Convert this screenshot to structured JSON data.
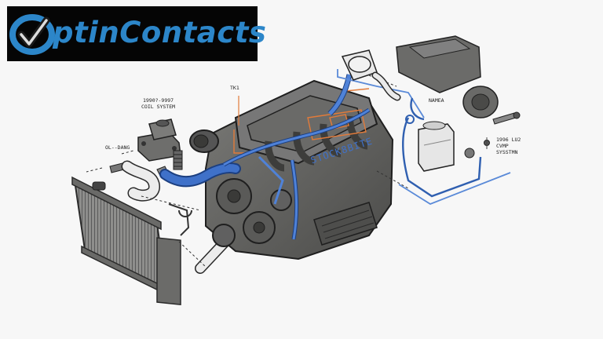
{
  "logo": {
    "text": "ptinContacts",
    "mark_icon": "checkmark-o-icon",
    "colors": {
      "background": "#050505",
      "text": "#2c86c9",
      "mark": "#2c86c9",
      "check": "#1a1a1a"
    }
  },
  "labels": {
    "coil_system": [
      "1990?-9997",
      "COIL SYSTEM"
    ],
    "oil_drang": "OL--DANG",
    "tk": "TK1",
    "namea": "NAMEA",
    "engine_marking": "STOCK8BITE",
    "right_system": [
      "1996 LU2",
      "CVMP",
      "SYSSTMN"
    ]
  },
  "colors": {
    "engine": "#5b5b59",
    "hose_blue": "#3f71c9",
    "hose_white": "#e8e8e8",
    "accent_orange": "#e27b3a",
    "line_dark": "#2a2a2a"
  }
}
